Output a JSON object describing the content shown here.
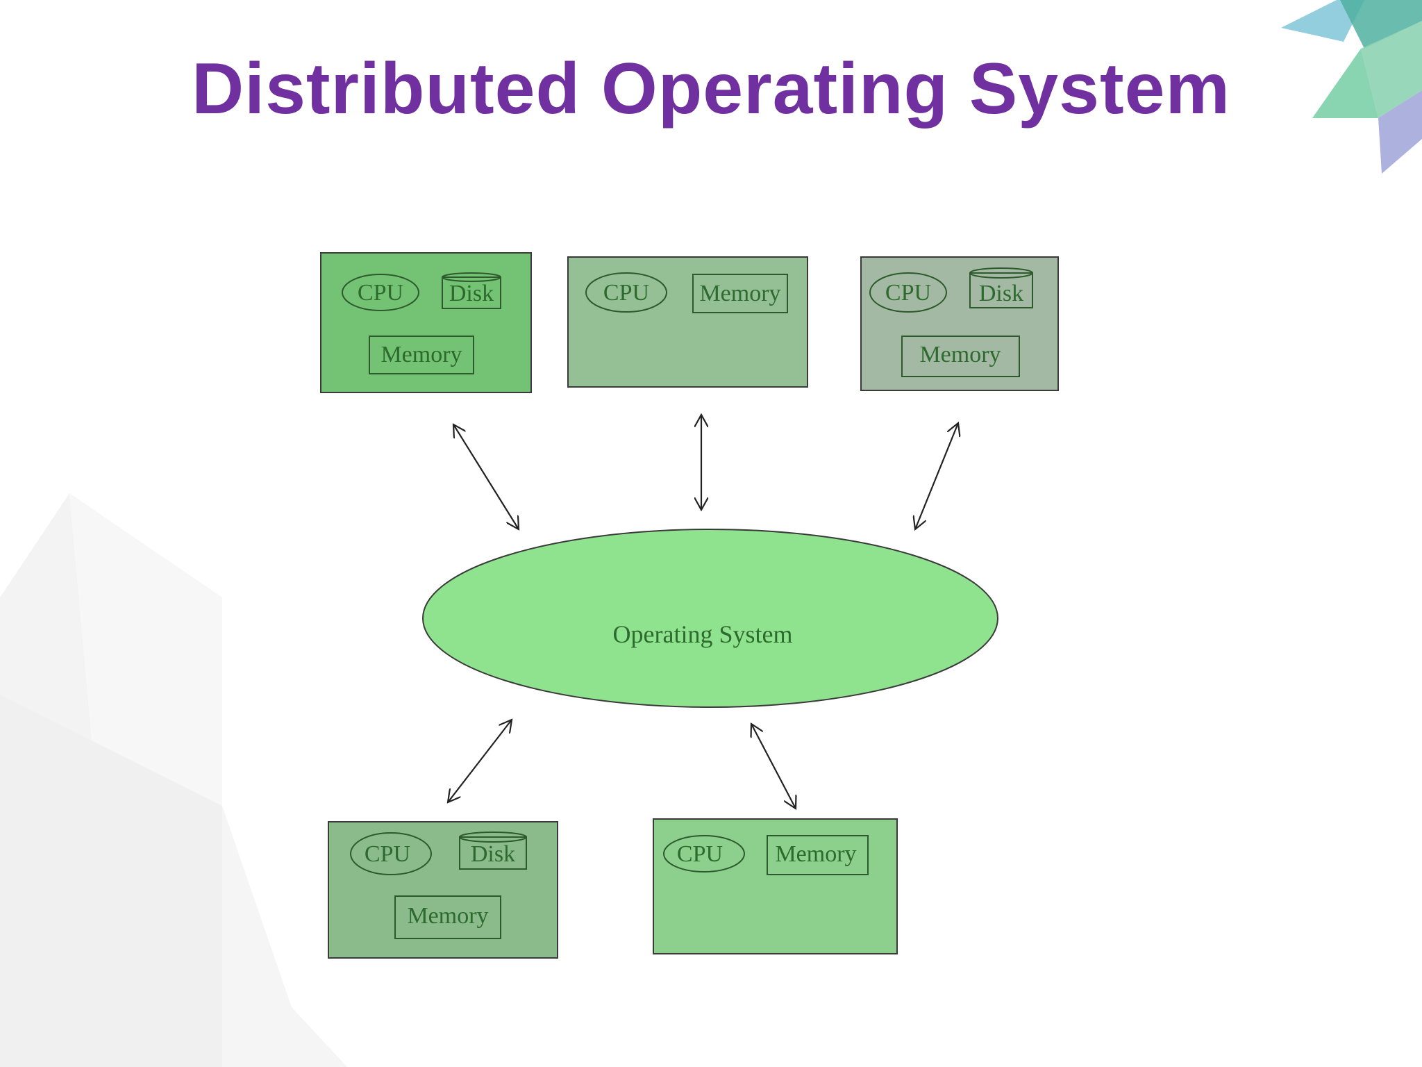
{
  "slide": {
    "title": "Distributed Operating System"
  },
  "diagram": {
    "center_label": "Operating System",
    "nodes": [
      {
        "id": "node-1",
        "cpu": "CPU",
        "disk": "Disk",
        "memory": "Memory"
      },
      {
        "id": "node-2",
        "cpu": "CPU",
        "memory": "Memory"
      },
      {
        "id": "node-3",
        "cpu": "CPU",
        "disk": "Disk",
        "memory": "Memory"
      },
      {
        "id": "node-4",
        "cpu": "CPU",
        "disk": "Disk",
        "memory": "Memory"
      },
      {
        "id": "node-5",
        "cpu": "CPU",
        "memory": "Memory"
      }
    ]
  },
  "colors": {
    "title": "#7030a0",
    "ellipse_fill": "#8fe38f",
    "text_green": "#2d6a2d"
  }
}
